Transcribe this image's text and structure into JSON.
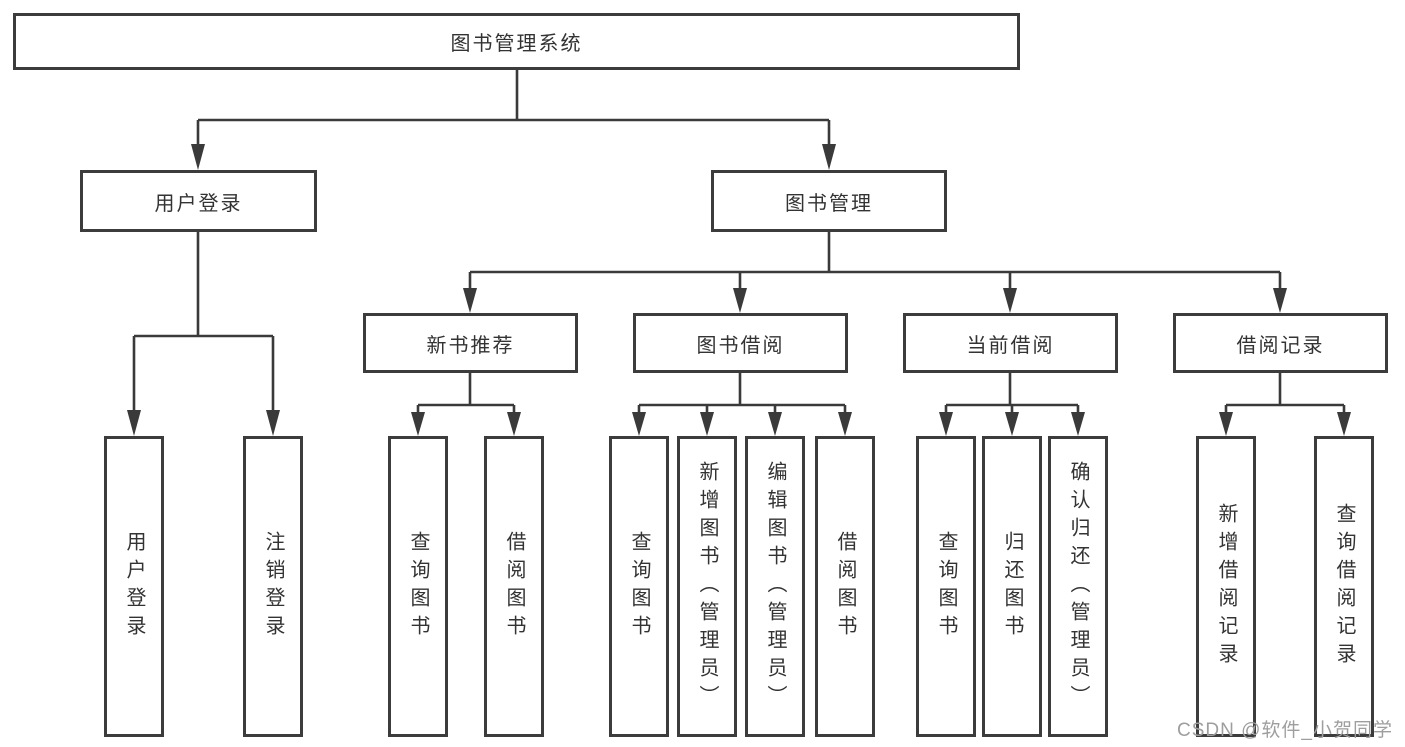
{
  "tree": {
    "root": {
      "label": "图书管理系统",
      "children": [
        {
          "label": "用户登录",
          "children": [
            {
              "label": "用户登录"
            },
            {
              "label": "注销登录"
            }
          ]
        },
        {
          "label": "图书管理",
          "children": [
            {
              "label": "新书推荐",
              "children": [
                {
                  "label": "查询图书"
                },
                {
                  "label": "借阅图书"
                }
              ]
            },
            {
              "label": "图书借阅",
              "children": [
                {
                  "label": "查询图书"
                },
                {
                  "label": "新增图书（管理员）"
                },
                {
                  "label": "编辑图书（管理员）"
                },
                {
                  "label": "借阅图书"
                }
              ]
            },
            {
              "label": "当前借阅",
              "children": [
                {
                  "label": "查询图书"
                },
                {
                  "label": "归还图书"
                },
                {
                  "label": "确认归还（管理员）"
                }
              ]
            },
            {
              "label": "借阅记录",
              "children": [
                {
                  "label": "新增借阅记录"
                },
                {
                  "label": "查询借阅记录"
                }
              ]
            }
          ]
        }
      ]
    }
  },
  "watermark": {
    "text": "CSDN @软件_小贺同学"
  },
  "colors": {
    "line": "#3a3a3a",
    "border": "#3c3c3c",
    "text": "#333333",
    "watermark": "#9e9e9e",
    "background": "#ffffff"
  }
}
